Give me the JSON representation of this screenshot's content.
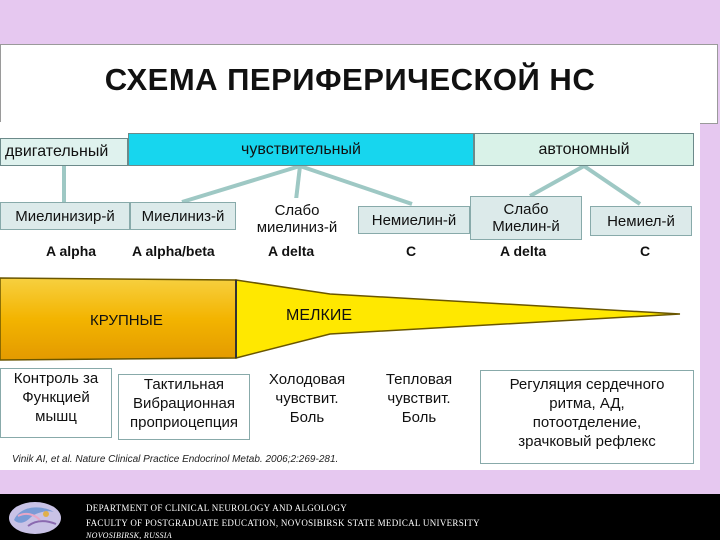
{
  "title": "СХЕМА ПЕРИФЕРИЧЕСКОЙ НС",
  "categories": {
    "motor": "двигательный",
    "sensory": "чувствительный",
    "autonomic": "автономный"
  },
  "subtypes": {
    "s1": "Миелинизир-й",
    "s2": "Миелиниз-й",
    "s3": "Слабо\nмиелиниз-й",
    "s4": "Немиелин-й",
    "s5": "Слабо\nМиелин-й",
    "s6": "Немиел-й"
  },
  "fibers": {
    "f1": "A alpha",
    "f2": "A alpha/beta",
    "f3": "A delta",
    "f4": "C",
    "f5": "A delta",
    "f6": "C"
  },
  "sizes": {
    "large": "КРУПНЫЕ",
    "small": "МЕЛКИЕ"
  },
  "functions": {
    "f1": "Контроль за\nФункцией\nмышц",
    "f2": "Тактильная\nВибрационная\nпроприоцепция",
    "f3": "Холодовая\nчувствит.\nБоль",
    "f4": "Тепловая\nчувствит.\nБоль",
    "f5": "Регуляция сердечного\nритма, АД,\nпотоотделение,\nзрачковый рефлекс"
  },
  "citation": "Vinik AI, et al.  Nature Clinical Practice Endocrinol Metab. 2006;2:269-281.",
  "footer": {
    "line1": "DEPARTMENT  OF  CLINICAL  NEUROLOGY AND ALGOLOGY",
    "line2": "FACULTY OF  POSTGRADUATE  EDUCATION, NOVOSIBIRSK  STATE MEDICAL  UNIVERSITY",
    "line3": "NOVOSIBIRSK,  RUSSIA"
  },
  "colors": {
    "background": "#e6c8f0",
    "sensory": "#17d6ee",
    "fiber_fill": "#ffe800",
    "fiber_large": "#f5bd00"
  }
}
